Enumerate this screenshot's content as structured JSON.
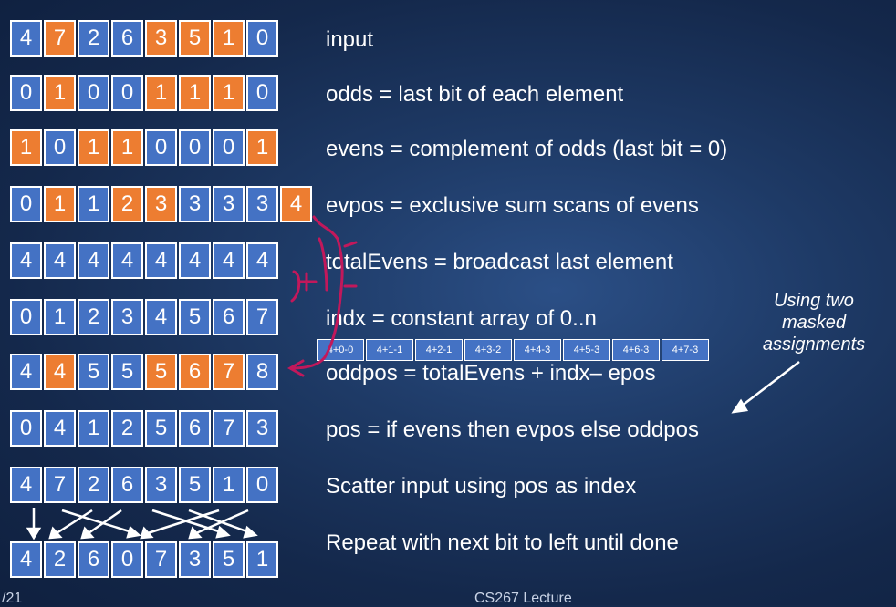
{
  "rows": [
    [
      {
        "v": "4",
        "c": "b"
      },
      {
        "v": "7",
        "c": "o"
      },
      {
        "v": "2",
        "c": "b"
      },
      {
        "v": "6",
        "c": "b"
      },
      {
        "v": "3",
        "c": "o"
      },
      {
        "v": "5",
        "c": "o"
      },
      {
        "v": "1",
        "c": "o"
      },
      {
        "v": "0",
        "c": "b"
      }
    ],
    [
      {
        "v": "0",
        "c": "b"
      },
      {
        "v": "1",
        "c": "o"
      },
      {
        "v": "0",
        "c": "b"
      },
      {
        "v": "0",
        "c": "b"
      },
      {
        "v": "1",
        "c": "o"
      },
      {
        "v": "1",
        "c": "o"
      },
      {
        "v": "1",
        "c": "o"
      },
      {
        "v": "0",
        "c": "b"
      }
    ],
    [
      {
        "v": "1",
        "c": "o"
      },
      {
        "v": "0",
        "c": "b"
      },
      {
        "v": "1",
        "c": "o"
      },
      {
        "v": "1",
        "c": "o"
      },
      {
        "v": "0",
        "c": "b"
      },
      {
        "v": "0",
        "c": "b"
      },
      {
        "v": "0",
        "c": "b"
      },
      {
        "v": "1",
        "c": "o"
      }
    ],
    [
      {
        "v": "0",
        "c": "b"
      },
      {
        "v": "1",
        "c": "o"
      },
      {
        "v": "1",
        "c": "b"
      },
      {
        "v": "2",
        "c": "o"
      },
      {
        "v": "3",
        "c": "o"
      },
      {
        "v": "3",
        "c": "b"
      },
      {
        "v": "3",
        "c": "b"
      },
      {
        "v": "3",
        "c": "b"
      },
      {
        "v": "4",
        "c": "o"
      }
    ],
    [
      {
        "v": "4",
        "c": "b"
      },
      {
        "v": "4",
        "c": "b"
      },
      {
        "v": "4",
        "c": "b"
      },
      {
        "v": "4",
        "c": "b"
      },
      {
        "v": "4",
        "c": "b"
      },
      {
        "v": "4",
        "c": "b"
      },
      {
        "v": "4",
        "c": "b"
      },
      {
        "v": "4",
        "c": "b"
      }
    ],
    [
      {
        "v": "0",
        "c": "b"
      },
      {
        "v": "1",
        "c": "b"
      },
      {
        "v": "2",
        "c": "b"
      },
      {
        "v": "3",
        "c": "b"
      },
      {
        "v": "4",
        "c": "b"
      },
      {
        "v": "5",
        "c": "b"
      },
      {
        "v": "6",
        "c": "b"
      },
      {
        "v": "7",
        "c": "b"
      }
    ],
    [
      {
        "v": "4",
        "c": "b"
      },
      {
        "v": "4",
        "c": "o"
      },
      {
        "v": "5",
        "c": "b"
      },
      {
        "v": "5",
        "c": "b"
      },
      {
        "v": "5",
        "c": "o"
      },
      {
        "v": "6",
        "c": "o"
      },
      {
        "v": "7",
        "c": "o"
      },
      {
        "v": "8",
        "c": "b"
      }
    ],
    [
      {
        "v": "0",
        "c": "b"
      },
      {
        "v": "4",
        "c": "b"
      },
      {
        "v": "1",
        "c": "b"
      },
      {
        "v": "2",
        "c": "b"
      },
      {
        "v": "5",
        "c": "b"
      },
      {
        "v": "6",
        "c": "b"
      },
      {
        "v": "7",
        "c": "b"
      },
      {
        "v": "3",
        "c": "b"
      }
    ],
    [
      {
        "v": "4",
        "c": "b"
      },
      {
        "v": "7",
        "c": "b"
      },
      {
        "v": "2",
        "c": "b"
      },
      {
        "v": "6",
        "c": "b"
      },
      {
        "v": "3",
        "c": "b"
      },
      {
        "v": "5",
        "c": "b"
      },
      {
        "v": "1",
        "c": "b"
      },
      {
        "v": "0",
        "c": "b"
      }
    ],
    [
      {
        "v": "4",
        "c": "b"
      },
      {
        "v": "2",
        "c": "b"
      },
      {
        "v": "6",
        "c": "b"
      },
      {
        "v": "0",
        "c": "b"
      },
      {
        "v": "7",
        "c": "b"
      },
      {
        "v": "3",
        "c": "b"
      },
      {
        "v": "5",
        "c": "b"
      },
      {
        "v": "1",
        "c": "b"
      }
    ]
  ],
  "labels": [
    "input",
    "odds = last bit of each element",
    "evens = complement of odds (last bit = 0)",
    "evpos = exclusive sum scans of evens",
    "totalEvens = broadcast last element",
    "indx = constant array of 0..n",
    "oddpos = totalEvens + indx– epos",
    "pos = if evens then evpos else oddpos",
    "Scatter input using pos as index",
    "Repeat with next bit to left until done"
  ],
  "mini_cells": [
    "4+0-0",
    "4+1-1",
    "4+2-1",
    "4+3-2",
    "4+4-3",
    "4+5-3",
    "4+6-3",
    "4+7-3"
  ],
  "note": "Using two masked assignments",
  "footer": {
    "date": "/21",
    "course": "CS267 Lecture"
  },
  "colors": {
    "blue": "#4472c4",
    "orange": "#ed7d31",
    "annotation": "#c2185b"
  }
}
